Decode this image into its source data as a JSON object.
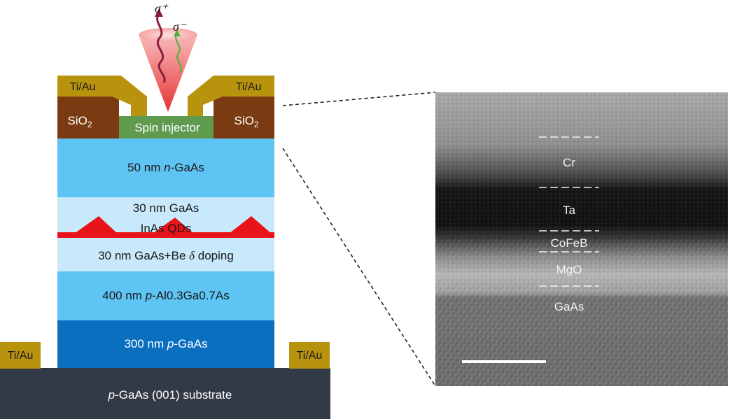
{
  "device": {
    "beam": {
      "sigma_plus": "σ⁺",
      "sigma_minus": "σ⁻"
    },
    "contacts": {
      "top_left": "Ti/Au",
      "top_right": "Ti/Au",
      "bottom_left": "Ti/Au",
      "bottom_right": "Ti/Au"
    },
    "oxide": {
      "left": "SiO",
      "right": "SiO",
      "subscript": "2"
    },
    "spin_injector": "Spin injector",
    "layers": {
      "n_gaas": {
        "prefix": "50 nm ",
        "italic": "n",
        "suffix": "-GaAs"
      },
      "gaas_30": "30 nm GaAs",
      "qds": "InAs QDs",
      "be_doping": {
        "prefix": "30 nm GaAs+Be ",
        "italic": "δ",
        "suffix": " doping"
      },
      "algaas": {
        "prefix": "400 nm ",
        "italic": "p",
        "suffix": "-Al0.3Ga0.7As"
      },
      "p_gaas": {
        "prefix": "300 nm ",
        "italic": "p",
        "suffix": "-GaAs"
      },
      "substrate": {
        "italic": "p",
        "suffix": "-GaAs (001) substrate"
      }
    },
    "colors": {
      "ti_au": "#b8930e",
      "sio2": "#7a3a12",
      "spin_injector": "#5f9a4f",
      "n_gaas": "#5ec4f3",
      "gaas_light": "#c8e9fb",
      "qd_red": "#e8141a",
      "p_algaas": "#5ec4f3",
      "p_gaas": "#0b6fbf",
      "substrate": "#333a47"
    }
  },
  "tem": {
    "layers": [
      "Cr",
      "Ta",
      "CoFeB",
      "MgO",
      "GaAs"
    ]
  }
}
